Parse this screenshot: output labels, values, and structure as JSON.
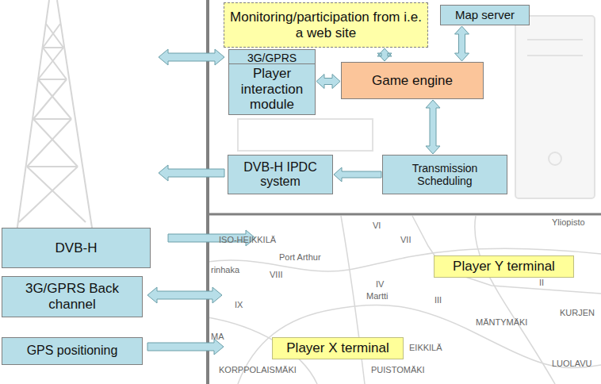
{
  "diagram": {
    "nodes": [
      {
        "text": [
          "Monitoring/participation from i.e. a web site"
        ]
      },
      {
        "text": [
          "Map server"
        ]
      },
      {
        "text": [
          "3G/GPRS"
        ]
      },
      {
        "text": [
          "Player interaction module"
        ]
      },
      {
        "text": [
          "Game engine"
        ]
      },
      {
        "text": [
          "DVB-H IPDC system"
        ]
      },
      {
        "text": [
          "Transmission Scheduling"
        ]
      },
      {
        "text": [
          "DVB-H"
        ]
      },
      {
        "text": [
          "3G/GPRS Back channel"
        ]
      },
      {
        "text": [
          "Player Y terminal"
        ]
      },
      {
        "text": [
          "GPS positioning"
        ]
      },
      {
        "text": [
          "Player X terminal"
        ]
      }
    ],
    "edges": [
      {
        "from": 0,
        "to": 4,
        "arrow": "both"
      },
      {
        "from": 1,
        "to": 4,
        "arrow": "both"
      },
      {
        "from": 3,
        "to": 4,
        "arrow": "both"
      },
      {
        "from": 4,
        "to": 6,
        "arrow": "both"
      },
      {
        "from": 6,
        "to": 5,
        "arrow": "to"
      }
    ],
    "labels": [
      "VI",
      "Yliopisto",
      "ISO-HEIKKILÄ",
      "VII",
      "Port Arthur",
      "rinhaka",
      "VIII",
      "II",
      "III",
      "IV",
      "Martti",
      "IX",
      "KURJEN",
      "MÄNTYMÄKI",
      "MA",
      "EIKKILÄ",
      "KORPPOLAISMÄKI",
      "PUISTOMÄKI",
      "LUOLAVU"
    ]
  }
}
